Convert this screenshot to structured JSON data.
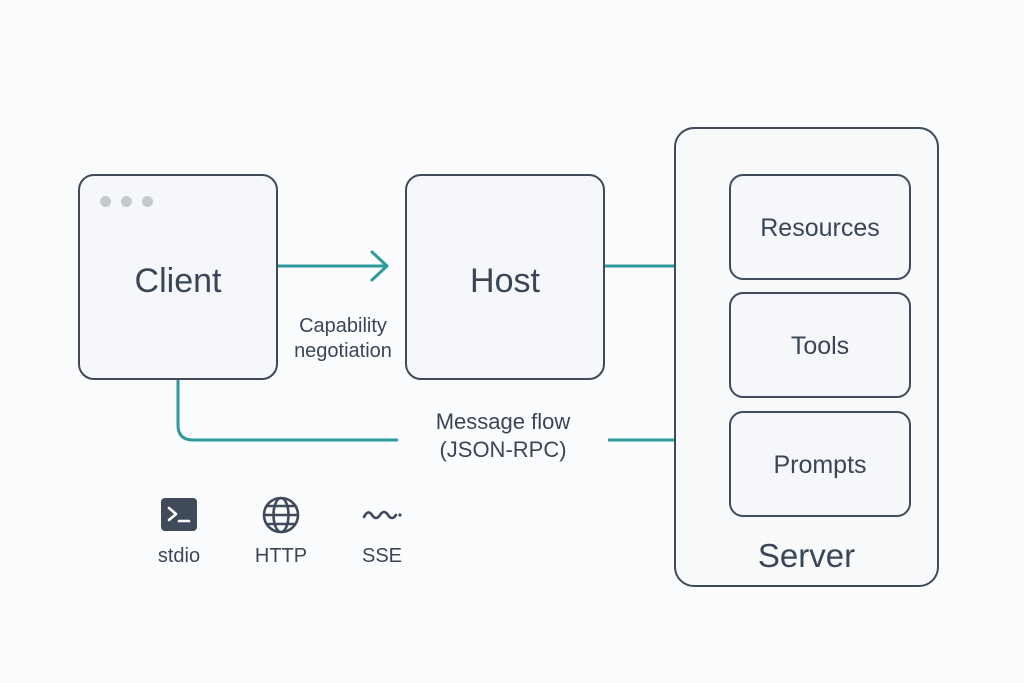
{
  "nodes": {
    "client": "Client",
    "host": "Host",
    "server": "Server",
    "resources": "Resources",
    "tools": "Tools",
    "prompts": "Prompts"
  },
  "edges": {
    "capability": [
      "Capability",
      "negotiation"
    ],
    "message": [
      "Message flow",
      "(JSON-RPC)"
    ]
  },
  "transports": {
    "stdio": {
      "label": "stdio",
      "icon": "terminal-icon"
    },
    "http": {
      "label": "HTTP",
      "icon": "globe-icon"
    },
    "sse": {
      "label": "SSE",
      "icon": "wave-icon"
    }
  },
  "colors": {
    "border": "#3f4a5a",
    "arrow": "#2e9a9a",
    "text": "#3a4656"
  }
}
